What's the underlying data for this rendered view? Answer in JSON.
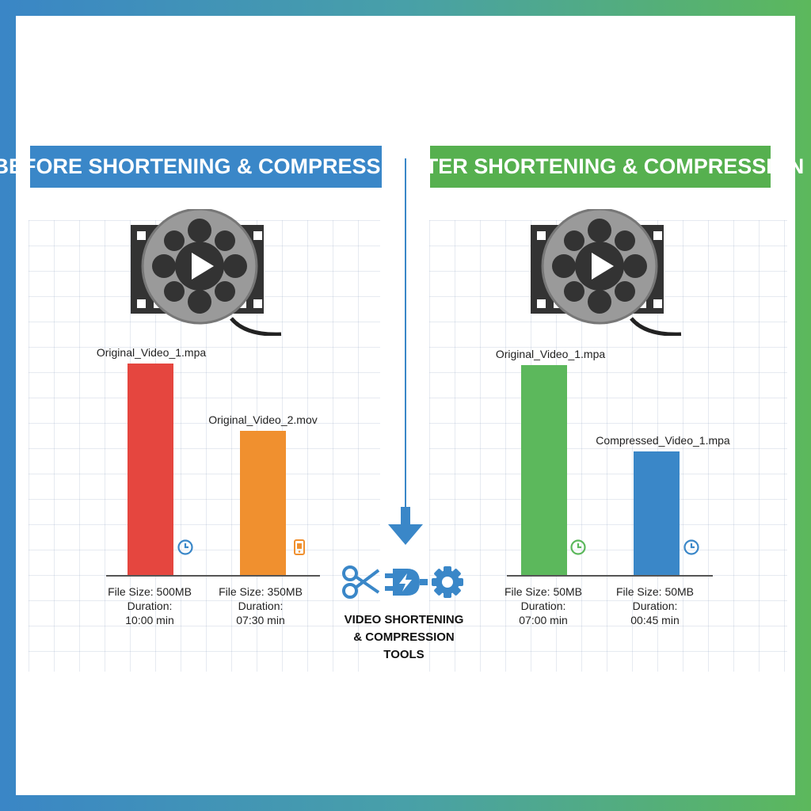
{
  "headers": {
    "before": "BEFORE SHORTENING & COMPRESSION",
    "after": "AFTER SHORTENING & COMPRESSION"
  },
  "colors": {
    "before_header": "#3a87c8",
    "after_header": "#56b04f",
    "red_bar": "#e5463f",
    "orange_bar": "#f0902f",
    "green_bar": "#5cb85c",
    "blue_bar": "#3a87c8"
  },
  "before": {
    "items": [
      {
        "name": "Original_Video_1.mpa",
        "size_label": "File Size: 500MB",
        "duration_heading": "Duration:",
        "duration": "10:00 min",
        "size_mb": 500,
        "icon": "clock-icon"
      },
      {
        "name": "Original_Video_2.mov",
        "size_label": "File Size: 350MB",
        "duration_heading": "Duration:",
        "duration": "07:30 min",
        "size_mb": 350,
        "icon": "phone-icon"
      }
    ]
  },
  "after": {
    "items": [
      {
        "name": "Original_Video_1.mpa",
        "size_label": "File Size: 50MB",
        "duration_heading": "Duration:",
        "duration": "07:00 min",
        "size_mb": 50,
        "icon": "clock-icon"
      },
      {
        "name": "Compressed_Video_1.mpa",
        "size_label": "File Size: 50MB",
        "duration_heading": "Duration:",
        "duration": "00:45 min",
        "size_mb": 50,
        "icon": "clock-icon"
      }
    ]
  },
  "tools": {
    "line1": "VIDEO SHORTENING",
    "line2": "& COMPRESSION TOOLS",
    "icons": [
      "scissors-icon",
      "plug-icon",
      "gear-icon"
    ]
  }
}
